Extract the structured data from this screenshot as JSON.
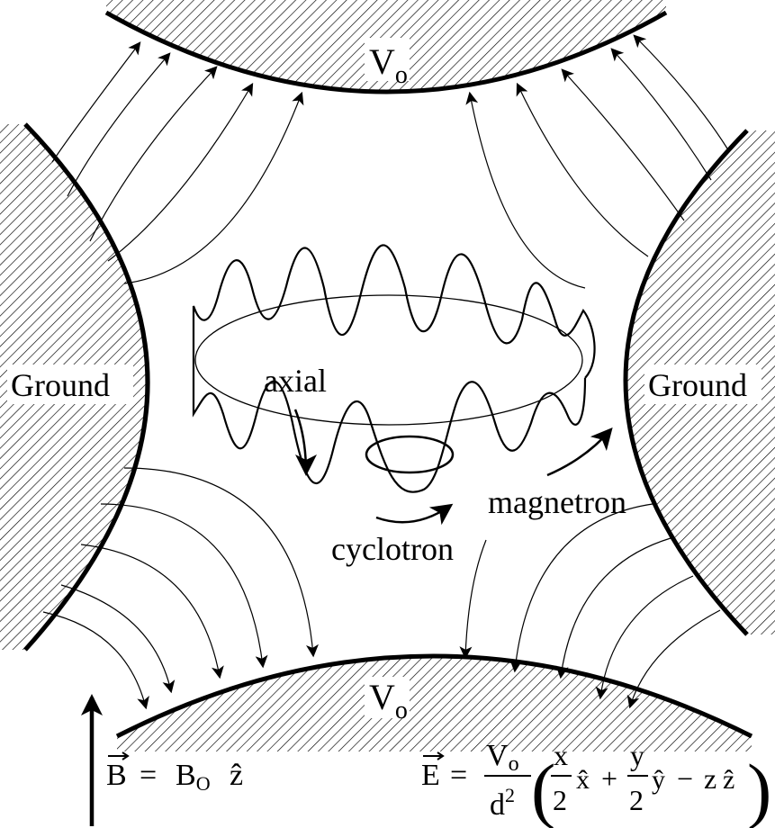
{
  "electrodes": {
    "top_label": "V",
    "top_subscript": "o",
    "bottom_label": "V",
    "bottom_subscript": "o",
    "left_label": "Ground",
    "right_label": "Ground"
  },
  "motions": {
    "axial": "axial",
    "cyclotron": "cyclotron",
    "magnetron": "magnetron"
  },
  "equations": {
    "b_field": {
      "symbol": "B",
      "equals": "=",
      "rhs_main": "B",
      "rhs_sub": "O",
      "unit_vector": "ẑ"
    },
    "e_field": {
      "symbol": "E",
      "equals": "=",
      "num": "V",
      "num_sub": "o",
      "den": "d",
      "den_sup": "2",
      "x_num": "x",
      "x_den": "2",
      "x_hat": "x̂",
      "plus1": "+",
      "y_num": "y",
      "y_den": "2",
      "y_hat": "ŷ",
      "minus": "−",
      "z_term": "z",
      "z_hat": "ẑ"
    }
  },
  "colors": {
    "ink": "#000000",
    "paper": "#ffffff"
  }
}
